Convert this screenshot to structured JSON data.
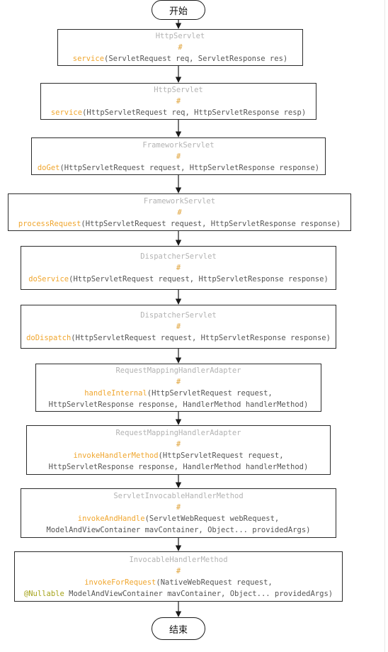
{
  "start_label": "开始",
  "end_label": "结束",
  "separator": "#",
  "colors": {
    "method": "#f0a62e",
    "class_name": "#b3b3b3",
    "params": "#555555",
    "annotation": "#a5a31a"
  },
  "steps": [
    {
      "class_name": "HttpServlet",
      "method": "service",
      "params": "(ServletRequest req, ServletResponse res)"
    },
    {
      "class_name": "HttpServlet",
      "method": "service",
      "params": "(HttpServletRequest req, HttpServletResponse resp)"
    },
    {
      "class_name": "FrameworkServlet",
      "method": "doGet",
      "params": "(HttpServletRequest request, HttpServletResponse response)"
    },
    {
      "class_name": "FrameworkServlet",
      "method": "processRequest",
      "params": "(HttpServletRequest request, HttpServletResponse response)"
    },
    {
      "class_name": "DispatcherServlet",
      "method": "doService",
      "params": "(HttpServletRequest request, HttpServletResponse response)"
    },
    {
      "class_name": "DispatcherServlet",
      "method": "doDispatch",
      "params": "(HttpServletRequest request, HttpServletResponse response)"
    },
    {
      "class_name": "RequestMappingHandlerAdapter",
      "method": "handleInternal",
      "params": "(HttpServletRequest request,",
      "params_line2": "HttpServletResponse response, HandlerMethod handlerMethod)"
    },
    {
      "class_name": "RequestMappingHandlerAdapter",
      "method": "invokeHandlerMethod",
      "params": "(HttpServletRequest request,",
      "params_line2": "HttpServletResponse response, HandlerMethod handlerMethod)"
    },
    {
      "class_name": "ServletInvocableHandlerMethod",
      "method": "invokeAndHandle",
      "params": "(ServletWebRequest webRequest,",
      "params_line2": "ModelAndViewContainer mavContainer, Object... providedArgs)"
    },
    {
      "class_name": "InvocableHandlerMethod",
      "method": "invokeForRequest",
      "params": "(NativeWebRequest request,",
      "annotation": "@Nullable",
      "params_line2": " ModelAndViewContainer mavContainer, Object... providedArgs)"
    }
  ]
}
